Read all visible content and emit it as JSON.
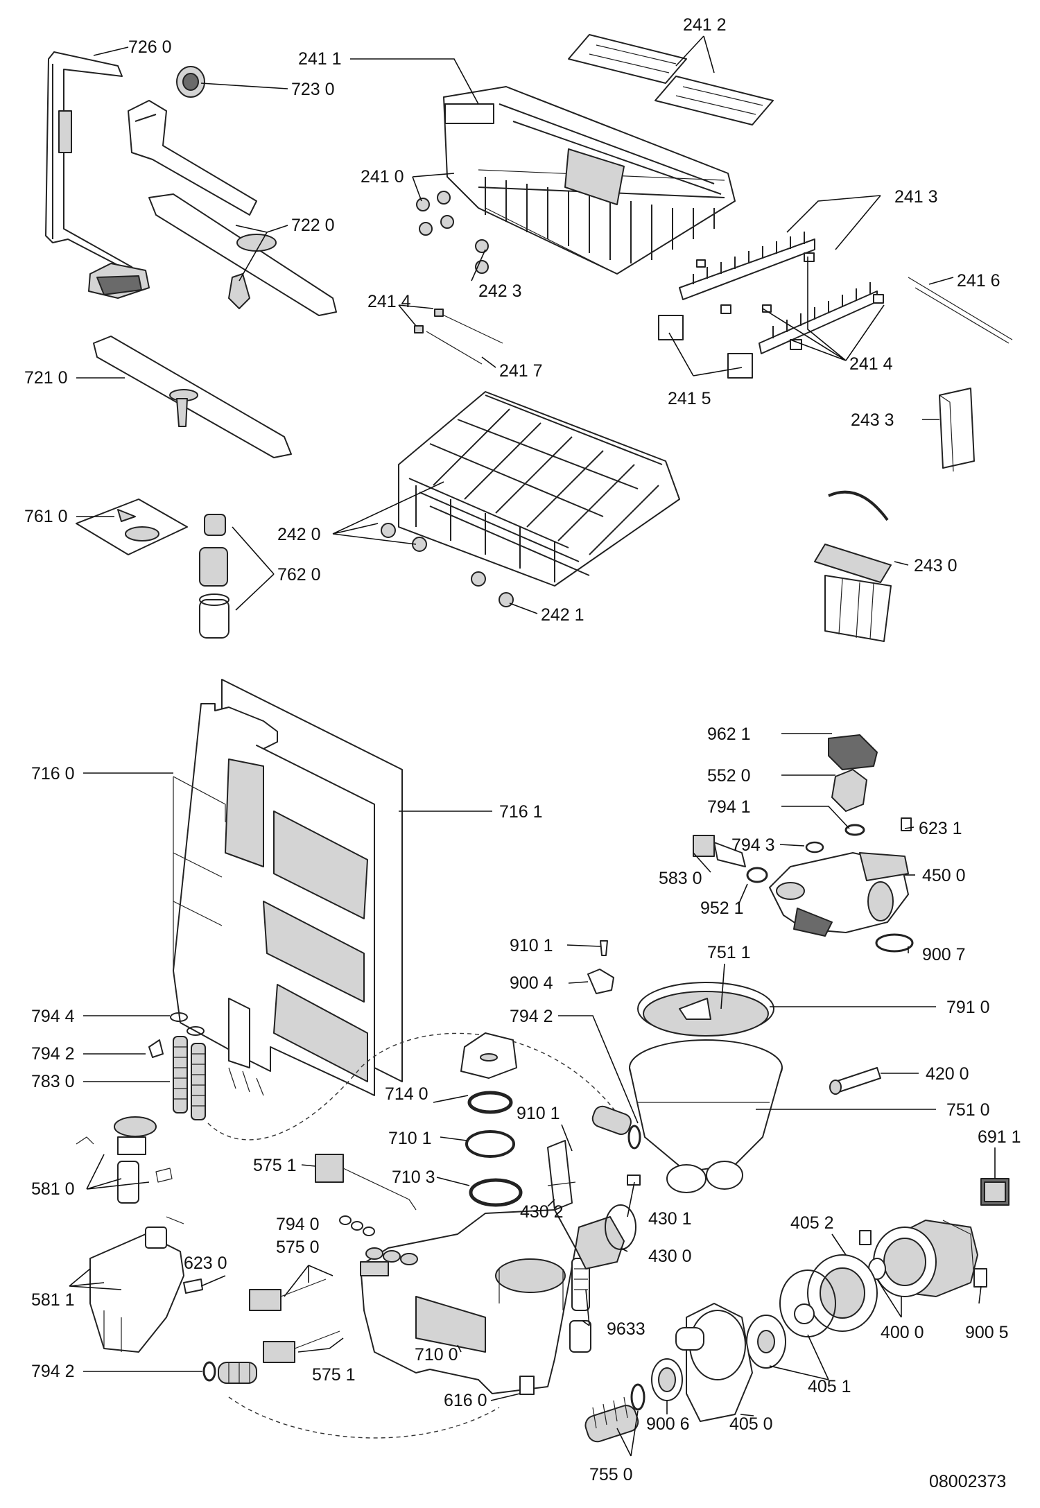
{
  "drawing_number": "08002373",
  "labels": {
    "l7260": "726 0",
    "l7230": "723 0",
    "l7220": "722 0",
    "l7210": "721 0",
    "l7610": "761 0",
    "l7620": "762 0",
    "l2411": "241 1",
    "l2410": "241 0",
    "l2423": "242 3",
    "l2412": "241 2",
    "l2413": "241 3",
    "l2416": "241 6",
    "l2414a": "241 4",
    "l2417": "241 7",
    "l2414b": "241 4",
    "l2415": "241 5",
    "l2433": "243 3",
    "l2420": "242 0",
    "l2421": "242 1",
    "l2430": "243 0",
    "l7160": "716 0",
    "l7161": "716 1",
    "l7944": "794 4",
    "l7942a": "794 2",
    "l7830": "783 0",
    "l5810": "581 0",
    "l5811": "581 1",
    "l6230a": "623 0",
    "l7942b": "794 2",
    "l7140": "714 0",
    "l7101": "710 1",
    "l5751a": "575 1",
    "l7103": "710 3",
    "l7940": "794 0",
    "l5750": "575 0",
    "l5751b": "575 1",
    "l7100": "710 0",
    "l6160": "616 0",
    "l9101b": "910 1",
    "l4302": "430 2",
    "l4301": "430 1",
    "l4300": "430 0",
    "l9633": "9633",
    "l7550": "755 0",
    "l9621": "962 1",
    "l5520": "552 0",
    "l7941": "794 1",
    "l7943": "794 3",
    "l6231": "623 1",
    "l5830": "583 0",
    "l4500": "450 0",
    "l9521": "952 1",
    "l9101a": "910 1",
    "l7511": "751 1",
    "l9007": "900 7",
    "l9004": "900 4",
    "l7942c": "794 2",
    "l7910": "791 0",
    "l4200": "420 0",
    "l7510": "751 0",
    "l6911": "691 1",
    "l4052": "405 2",
    "l4000": "400 0",
    "l9005": "900 5",
    "l4051": "405 1",
    "l4050": "405 0",
    "l9006": "900 6"
  }
}
